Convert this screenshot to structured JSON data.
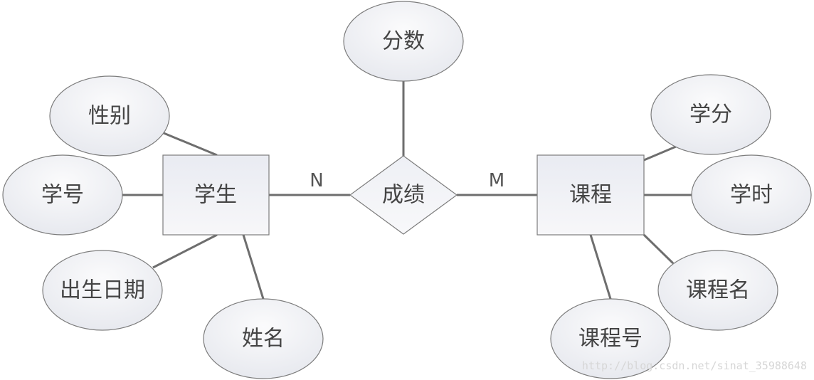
{
  "diagram": {
    "relationship": {
      "label": "成绩",
      "attribute": "分数"
    },
    "entities": {
      "student": {
        "label": "学生",
        "attributes": {
          "gender": "性别",
          "student_id": "学号",
          "birth_date": "出生日期",
          "name": "姓名"
        }
      },
      "course": {
        "label": "课程",
        "attributes": {
          "credit": "学分",
          "hours": "学时",
          "course_name": "课程名",
          "course_id": "课程号"
        }
      }
    },
    "cardinality": {
      "student_side": "N",
      "course_side": "M"
    },
    "colors": {
      "stroke": "#7c7c7c",
      "connector": "#6e6e6e",
      "fill_top": "#f8f8fa",
      "fill_bottom": "#e8eaf0",
      "text": "#444444"
    }
  },
  "watermark": "http://blog.csdn.net/sinat_35988648"
}
